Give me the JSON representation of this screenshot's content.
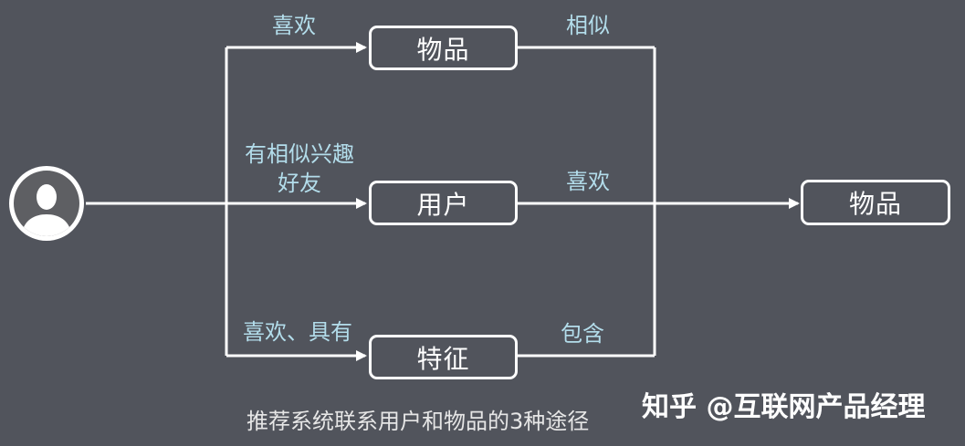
{
  "diagram": {
    "nodes": {
      "item_top": "物品",
      "user_mid": "用户",
      "feature_bottom": "特征",
      "item_result": "物品"
    },
    "edges": {
      "to_item": "喜欢",
      "to_user_line1": "有相似兴趣",
      "to_user_line2": "好友",
      "to_feature": "喜欢、具有",
      "item_similar": "相似",
      "user_likes": "喜欢",
      "feature_contains": "包含"
    },
    "caption": "推荐系统联系用户和物品的3种途径",
    "watermark": "知乎 @互联网产品经理",
    "icons": {
      "user": "user-avatar-icon"
    },
    "colors": {
      "background": "#51545c",
      "lines": "#ffffff",
      "edge_label": "#b3ddeb",
      "caption": "#e6e6e6"
    }
  }
}
